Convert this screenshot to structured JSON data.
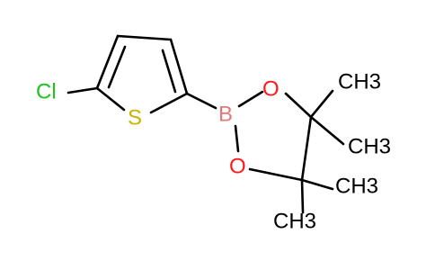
{
  "molecule": {
    "atoms": {
      "cl": {
        "text": "Cl",
        "color": "#1fc21f"
      },
      "s": {
        "text": "S",
        "color": "#c8b400"
      },
      "b": {
        "text": "B",
        "color": "#e07a7a"
      },
      "o_top": {
        "text": "O",
        "color": "#ff1a1a"
      },
      "o_bottom": {
        "text": "O",
        "color": "#ff1a1a"
      },
      "methyl_1": {
        "text": "CH3"
      },
      "methyl_2": {
        "text": "CH3"
      },
      "methyl_3": {
        "text": "CH3"
      },
      "methyl_4": {
        "text": "CH3"
      }
    }
  }
}
